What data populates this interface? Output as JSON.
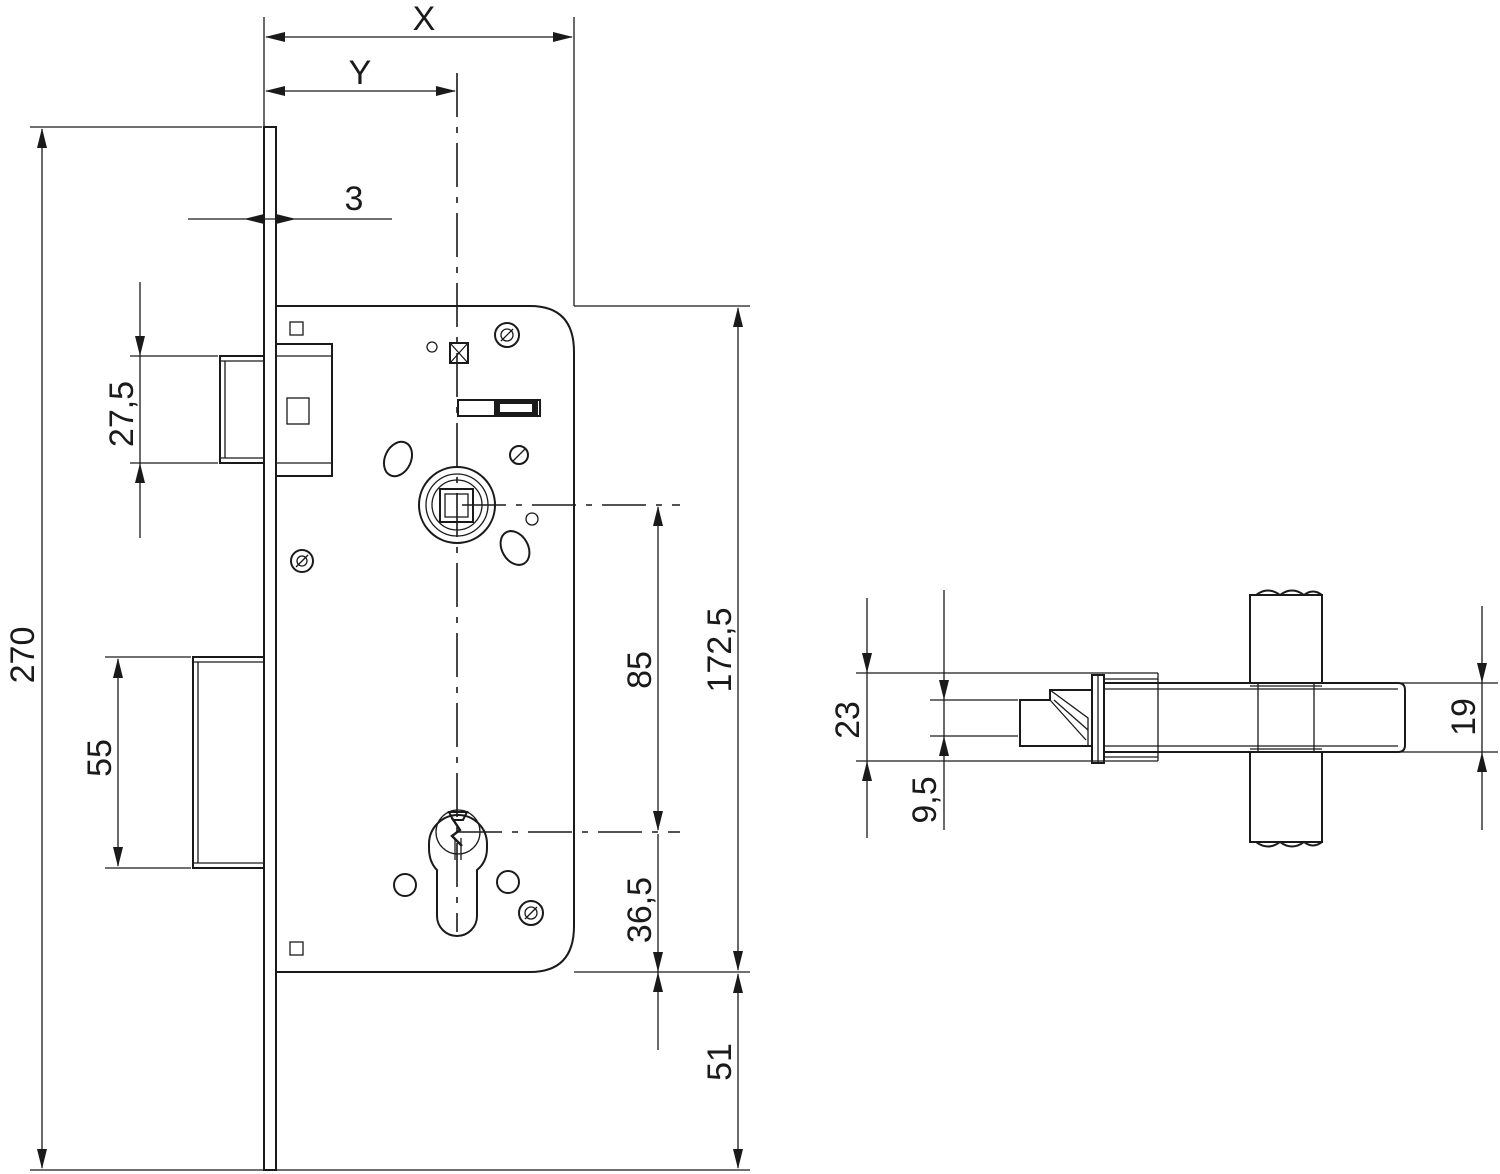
{
  "diagram": {
    "labels": {
      "dim_x": "X",
      "dim_y": "Y",
      "dim_3": "3",
      "dim_27_5": "27,5",
      "dim_270": "270",
      "dim_55": "55",
      "dim_85": "85",
      "dim_172_5": "172,5",
      "dim_36_5": "36,5",
      "dim_51": "51",
      "dim_23": "23",
      "dim_9_5": "9,5",
      "dim_19": "19"
    }
  }
}
